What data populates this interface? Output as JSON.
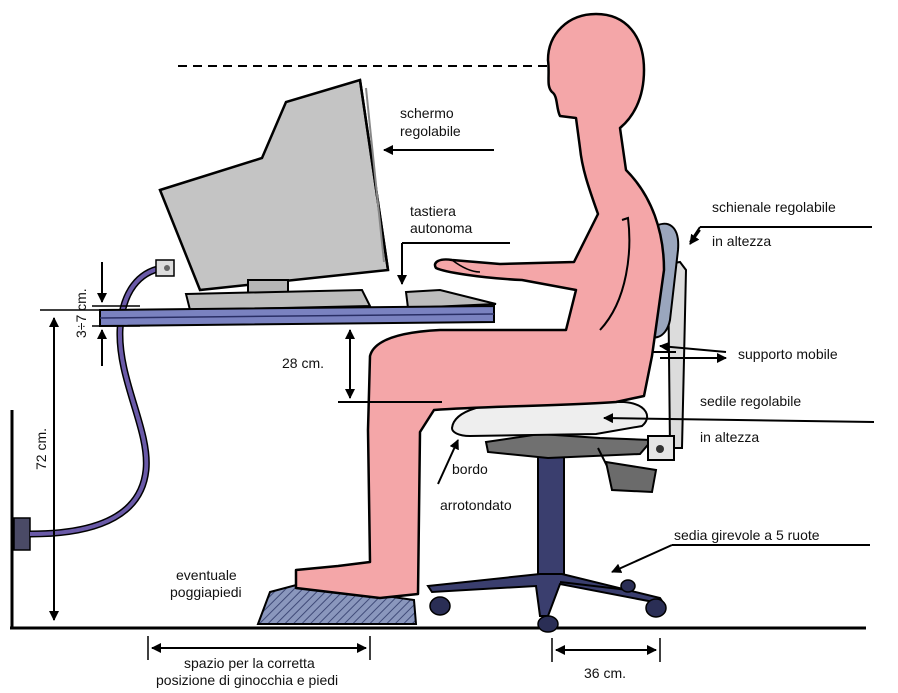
{
  "labels": {
    "monitor": [
      "schermo",
      "regolabile"
    ],
    "keyboard": [
      "tastiera",
      "autonoma"
    ],
    "backrest": [
      "schienale regolabile",
      "in altezza"
    ],
    "mobile_support": "supporto mobile",
    "seat": [
      "sedile regolabile",
      "in altezza"
    ],
    "edge": [
      "bordo",
      "arrotondato"
    ],
    "chair": "sedia girevole a 5 ruote",
    "footrest": [
      "eventuale",
      "poggiapiedi"
    ],
    "legroom": [
      "spazio per la corretta",
      "posizione di ginocchia e piedi"
    ]
  },
  "measurements": {
    "desk_thickness": "3÷7 cm.",
    "desk_height": "72 cm.",
    "leg_clearance": "28 cm.",
    "base_width": "36 cm."
  },
  "colors": {
    "skin": "#f4a6a8",
    "skin_outline": "#000000",
    "monitor": "#c4c4c4",
    "desk": "#7a82c0",
    "cable": "#6a5aa8",
    "chair_dark": "#3a3e6e",
    "chair_seat": "#eeeeee",
    "footrest": "#6c7aa6",
    "line": "#000000"
  }
}
